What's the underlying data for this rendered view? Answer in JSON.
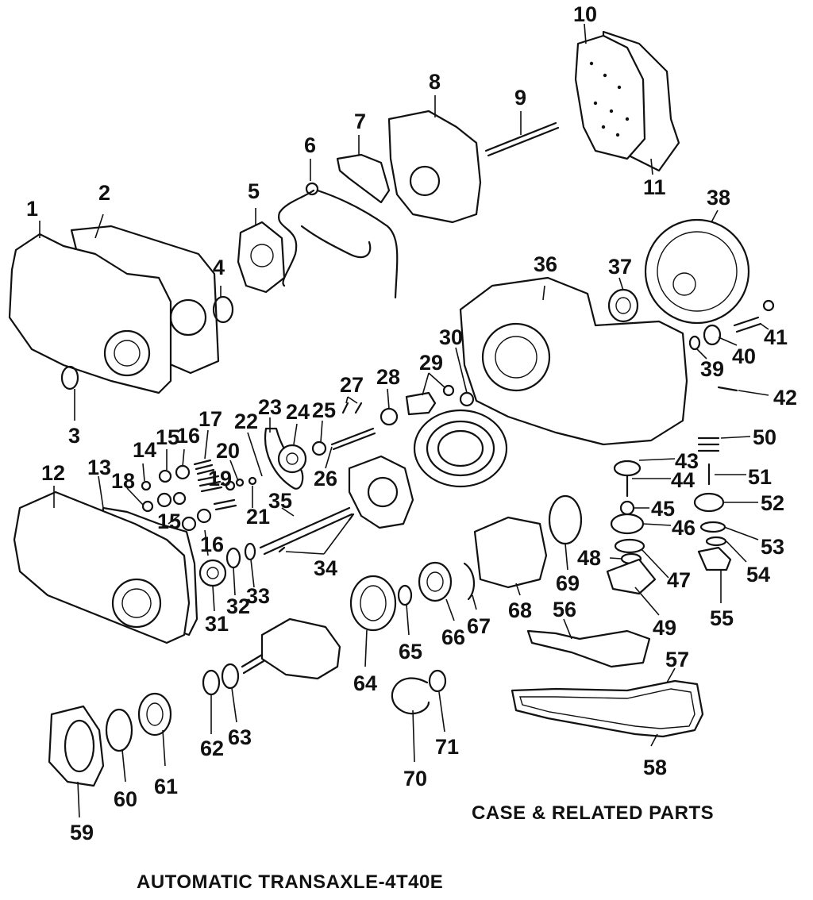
{
  "section_title": "CASE & RELATED PARTS",
  "diagram_title": "AUTOMATIC TRANSAXLE-4T40E",
  "callouts": [
    "1",
    "2",
    "3",
    "4",
    "5",
    "6",
    "7",
    "8",
    "9",
    "10",
    "11",
    "12",
    "13",
    "14",
    "15",
    "15",
    "16",
    "16",
    "17",
    "18",
    "19",
    "20",
    "21",
    "22",
    "23",
    "24",
    "25",
    "26",
    "27",
    "28",
    "29",
    "30",
    "31",
    "32",
    "33",
    "34",
    "35",
    "36",
    "37",
    "38",
    "39",
    "40",
    "41",
    "42",
    "43",
    "44",
    "45",
    "46",
    "47",
    "48",
    "49",
    "50",
    "51",
    "52",
    "53",
    "54",
    "55",
    "56",
    "57",
    "58",
    "59",
    "60",
    "61",
    "62",
    "63",
    "64",
    "65",
    "66",
    "67",
    "68",
    "69",
    "70",
    "71"
  ]
}
